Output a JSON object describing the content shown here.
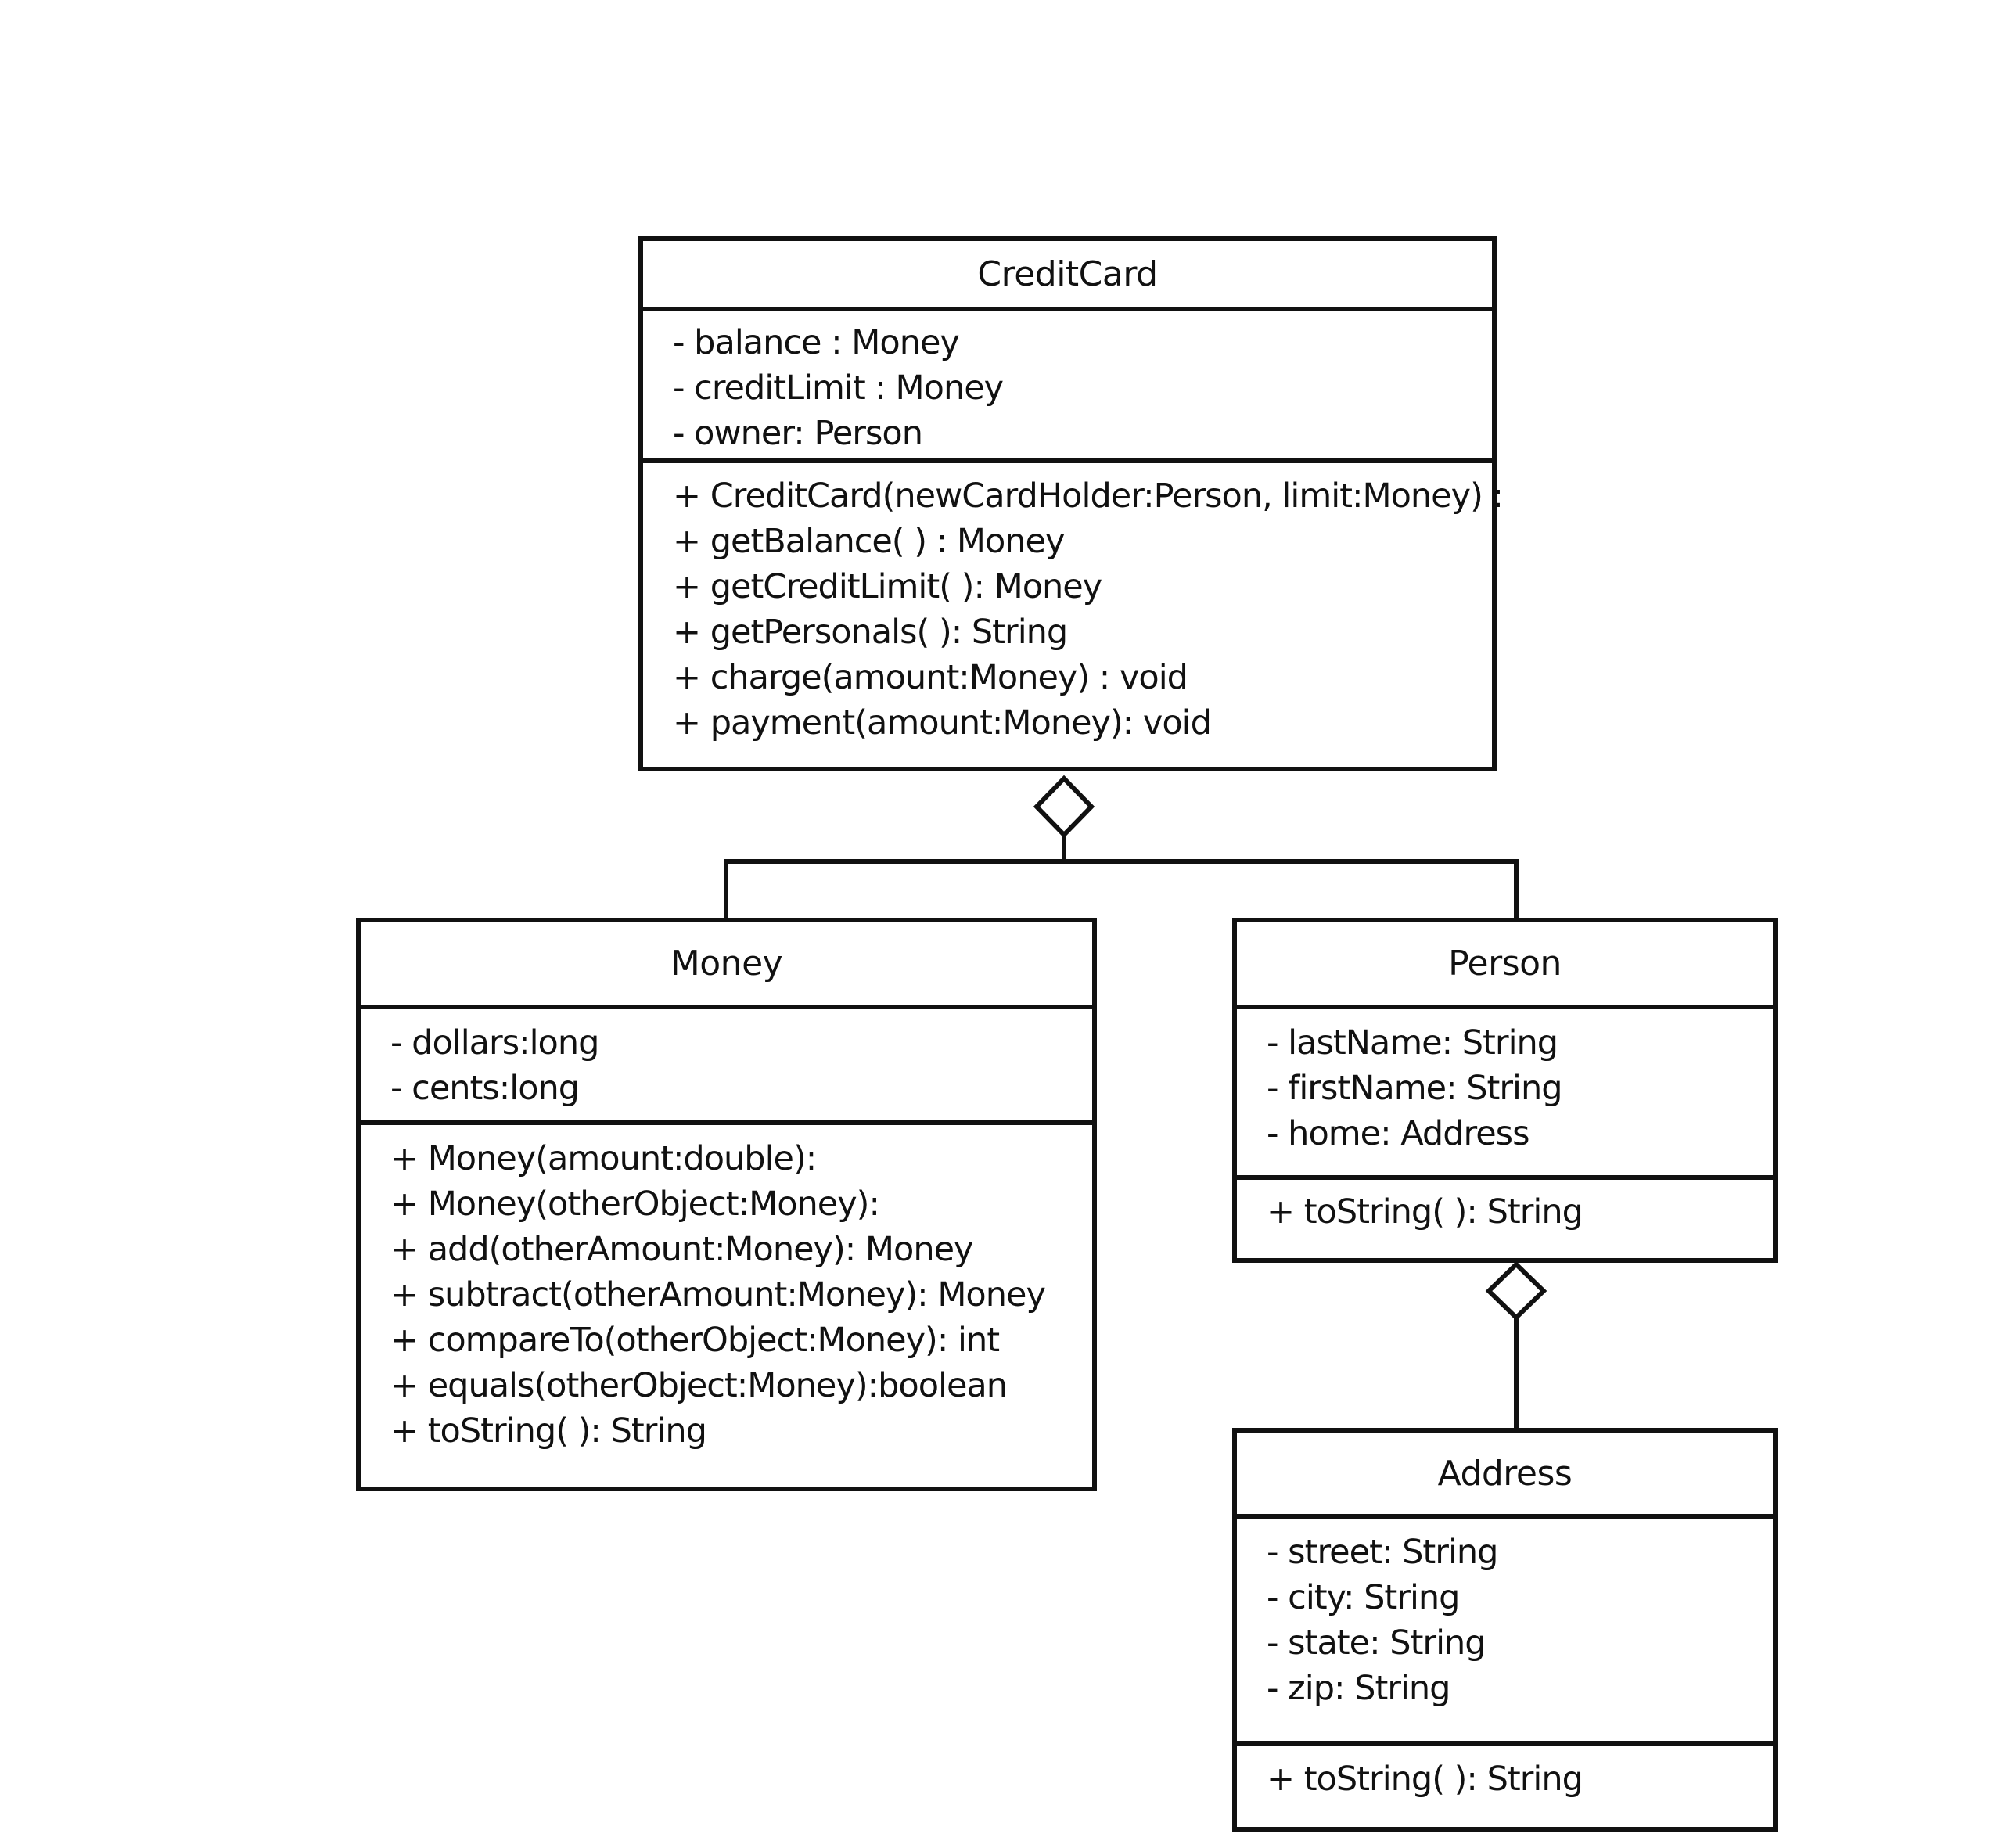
{
  "classes": {
    "creditcard": {
      "name": "CreditCard",
      "attributes": [
        "- balance : Money",
        "- creditLimit : Money",
        "- owner: Person"
      ],
      "methods": [
        "+ CreditCard(newCardHolder:Person, limit:Money) :",
        "+ getBalance( ) : Money",
        "+ getCreditLimit( ): Money",
        "+ getPersonals( ): String",
        "+ charge(amount:Money) : void",
        "+ payment(amount:Money): void"
      ]
    },
    "money": {
      "name": "Money",
      "attributes": [
        "- dollars:long",
        "- cents:long"
      ],
      "methods": [
        "+ Money(amount:double):",
        "+ Money(otherObject:Money):",
        "+ add(otherAmount:Money): Money",
        "+ subtract(otherAmount:Money): Money",
        "+ compareTo(otherObject:Money): int",
        "+ equals(otherObject:Money):boolean",
        "+ toString( ): String"
      ]
    },
    "person": {
      "name": "Person",
      "attributes": [
        "- lastName: String",
        "- firstName: String",
        "- home: Address"
      ],
      "methods": [
        "+ toString( ): String"
      ]
    },
    "address": {
      "name": "Address",
      "attributes": [
        "- street: String",
        "- city: String",
        "- state: String",
        "- zip: String"
      ],
      "methods": [
        "+ toString( ): String"
      ]
    }
  },
  "relationships": [
    {
      "type": "aggregation",
      "whole": "CreditCard",
      "parts": [
        "Money",
        "Person"
      ]
    },
    {
      "type": "aggregation",
      "whole": "Person",
      "parts": [
        "Address"
      ]
    }
  ]
}
